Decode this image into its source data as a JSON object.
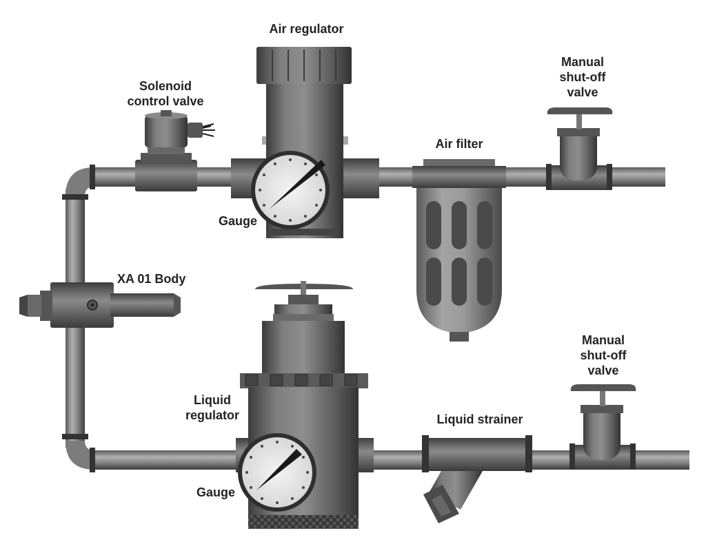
{
  "labels": {
    "air_regulator": "Air regulator",
    "solenoid_line1": "Solenoid",
    "solenoid_line2": "control valve",
    "manual_top_line1": "Manual",
    "manual_top_line2": "shut-off",
    "manual_top_line3": "valve",
    "air_filter": "Air filter",
    "gauge_top": "Gauge",
    "xa_body": "XA 01 Body",
    "liquid_regulator_line1": "Liquid",
    "liquid_regulator_line2": "regulator",
    "liquid_strainer": "Liquid strainer",
    "manual_bottom_line1": "Manual",
    "manual_bottom_line2": "shut-off",
    "manual_bottom_line3": "valve",
    "gauge_bottom": "Gauge"
  },
  "colors": {
    "metal_dark": "#4a4a4a",
    "metal_mid": "#6e6e6e",
    "metal_light": "#9a9a9a",
    "gauge_face": "#e6e6e6",
    "text": "#222222"
  },
  "icons": {
    "needle": "gauge-needle",
    "handwheel": "valve-handwheel"
  }
}
